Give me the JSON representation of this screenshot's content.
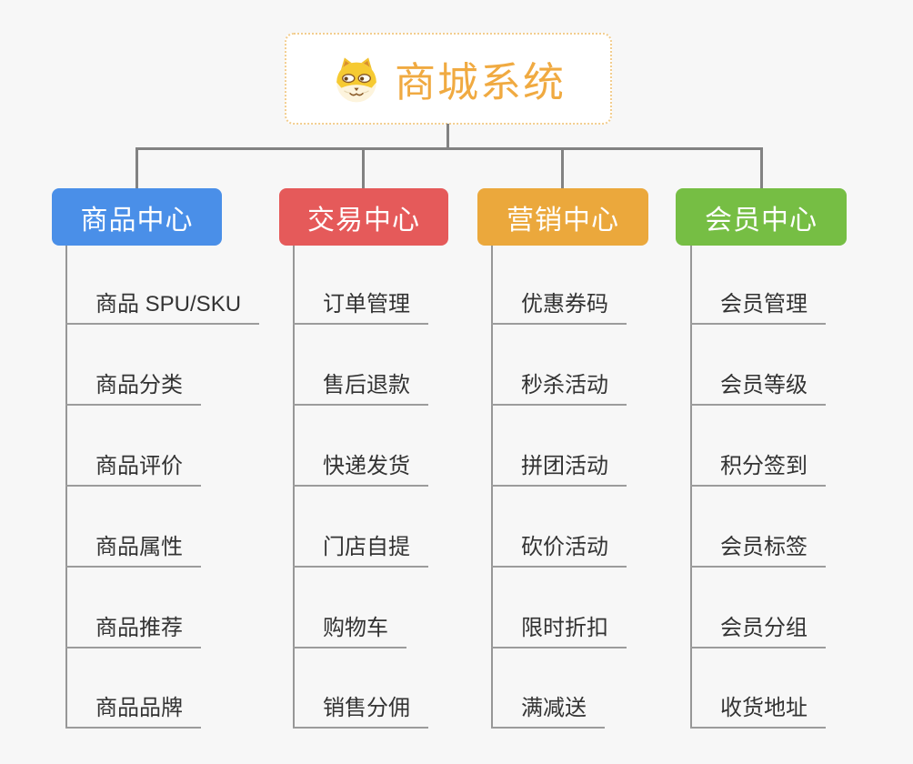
{
  "page": {
    "background_color": "#f7f7f7",
    "connector_color": "#828282",
    "underline_color": "#9c9c9c",
    "leaf_text_color": "#333333"
  },
  "root": {
    "label": "商城系统",
    "icon": "dog-face-icon",
    "text_color": "#f0aa41",
    "border_color": "#f2cd8e"
  },
  "centers": [
    {
      "label": "商品中心",
      "color": "#4a8fe8",
      "items": [
        "商品 SPU/SKU",
        "商品分类",
        "商品评价",
        "商品属性",
        "商品推荐",
        "商品品牌"
      ]
    },
    {
      "label": "交易中心",
      "color": "#e55a5a",
      "items": [
        "订单管理",
        "售后退款",
        "快递发货",
        "门店自提",
        "购物车",
        "销售分佣"
      ]
    },
    {
      "label": "营销中心",
      "color": "#eba83c",
      "items": [
        "优惠券码",
        "秒杀活动",
        "拼团活动",
        "砍价活动",
        "限时折扣",
        "满减送"
      ]
    },
    {
      "label": "会员中心",
      "color": "#76be44",
      "items": [
        "会员管理",
        "会员等级",
        "积分签到",
        "会员标签",
        "会员分组",
        "收货地址"
      ]
    }
  ]
}
